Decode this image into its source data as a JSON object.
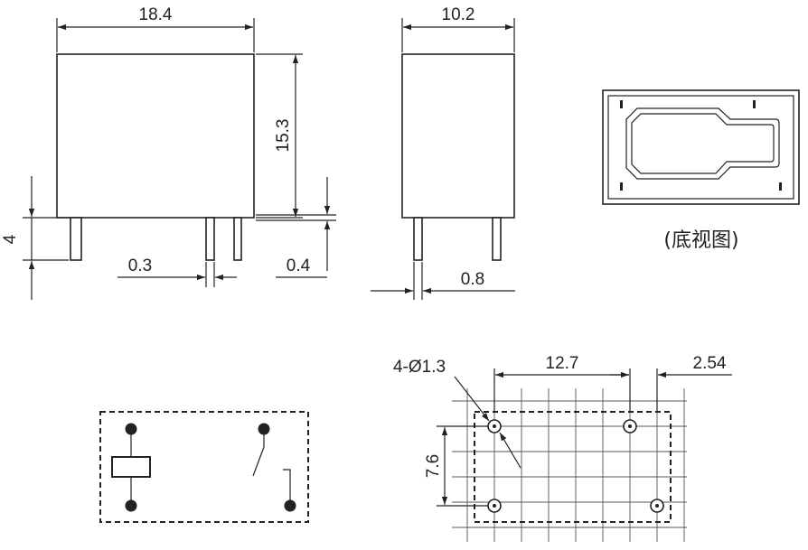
{
  "front_view": {
    "width": "18.4",
    "height": "15.3",
    "pin_height": "4",
    "pin_gap": "0.3",
    "pin_thickness": "0.4"
  },
  "side_view": {
    "width": "10.2",
    "pin_width": "0.8"
  },
  "bottom_view": {
    "caption": "(底视图)"
  },
  "pcb_layout": {
    "holes": "4-Ø1.3",
    "pitch_x": "12.7",
    "pitch_offset": "2.54",
    "pitch_y": "7.6"
  },
  "colors": {
    "line": "#222222",
    "background": "#ffffff"
  }
}
